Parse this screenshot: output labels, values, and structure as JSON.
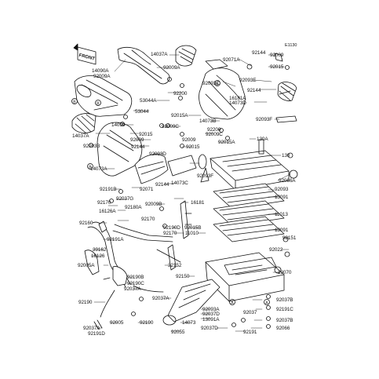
{
  "diagram": {
    "ref_code": "E1130",
    "front_marker": "FRONT",
    "callouts": [
      "A",
      "B"
    ],
    "labels": {
      "p14037A_top": "14037A",
      "p92071A": "92071A",
      "p92144_tr": "92144",
      "p92009_tr": "92009",
      "p92015_tr": "92015",
      "p14090A": "14090A",
      "p92009A_l": "92009A",
      "p92009A_c": "92009A",
      "p92093E": "92093E",
      "p92093C": "92093C",
      "p92144_r": "92144",
      "p16181A": "16181A",
      "p53044A": "53044A",
      "p92200_a": "92200",
      "p14073D": "14073D",
      "p53044": "53044",
      "p92015A_a": "92015A",
      "p14073B": "14073B",
      "p14090": "14090",
      "p92009C": "92009C",
      "p92200_b": "92200",
      "p92093F_r": "92093F",
      "p14037A_l": "14037A",
      "p92015_l": "92015",
      "p92009C_b": "92009C",
      "p92015A_b": "92015A",
      "p92009_a": "92009",
      "p92009_b": "92009",
      "p130A": "130A",
      "p92093B": "92093B",
      "p92144_l": "92144",
      "p92015_c": "92015",
      "p92093D": "92093D",
      "p130": "130",
      "p14073A": "14073A",
      "p92093F_c": "92093F",
      "p92066A": "92066A",
      "p92144_c": "92144",
      "p14073C": "14073C",
      "p92191B": "92191B",
      "p92071": "92071",
      "p92093": "92093",
      "p92037G": "92037G",
      "p92170": "92170",
      "p13091": "13091",
      "p92180A": "92180A",
      "p92009B": "92009B",
      "p16181": "16181",
      "p16126A": "16126A",
      "p11013": "11013",
      "p92170_b": "92170",
      "p92160": "92160",
      "p92190D": "92190D",
      "p92015B": "92015B",
      "p92170_c": "92170",
      "p11010": "11010",
      "p13091_b": "13091",
      "p92191A": "92191A",
      "p92151": "92151",
      "p39162": "39162",
      "p16126": "16126",
      "p92022": "92022",
      "p32152": "32152",
      "p92005A": "92005A",
      "p13070": "13070",
      "p92190B": "92190B",
      "p92150": "92150",
      "p92190C": "92190C",
      "p92037A_a": "92037A",
      "p92037A_b": "92037A",
      "p92190": "92190",
      "p92005": "92005",
      "p92190_b": "92190",
      "p14073": "14073",
      "p92093A": "92093A",
      "p92037D": "92037D",
      "p13091A": "13091A",
      "p92037": "92037",
      "p92037B_a": "92037B",
      "p92191C": "92191C",
      "p92037B_b": "92037B",
      "p92037A_c": "92037A",
      "p92191D": "92191D",
      "p92055": "92055",
      "p92037D_b": "92037D",
      "p92191": "92191",
      "p92066": "92066"
    }
  }
}
